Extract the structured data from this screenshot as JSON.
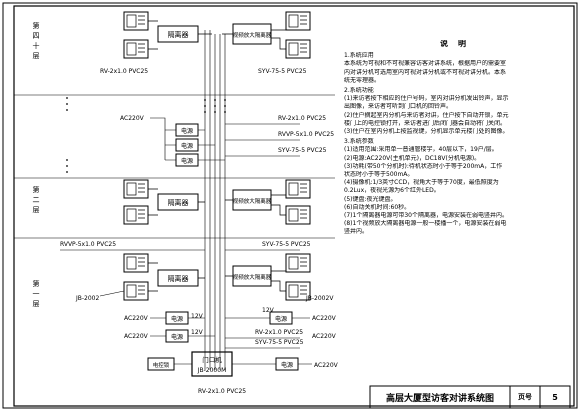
{
  "floors": {
    "f40": "第四十层",
    "f2": "第二层",
    "f1": "第一层"
  },
  "devices": {
    "isolator": "隔离器",
    "video_amp_isolator": "视频放大隔离器",
    "power": "电源",
    "door_machine": "门口机",
    "door_machine_model": "JB-2000M",
    "electric_lock": "电控锁"
  },
  "cables": {
    "rv2": "RV-2x1.0 PVC25",
    "syv": "SYV-75-5 PVC25",
    "rvvp": "RVVP-5x1.0 PVC25",
    "ac220": "AC220V",
    "v12": "12V",
    "jb2002": "JB-2002",
    "jb2002v": "JB-2002V"
  },
  "notes": {
    "title": "说明",
    "sec1": "1.系统应用",
    "lines1": [
      "本系统为可视和不可视兼容访客对讲系统，根据用户的需要室",
      "内对讲分机可选用室内可视对讲分机或不可视对讲分机。本系",
      "统无零理器。"
    ],
    "sec2": "2.系统功能",
    "lines2": [
      "(1)来访者按下相应的住户号码，室内对讲分机发出铃声，显示",
      "出图像，来访者可听到门口机的回铃声。",
      "(2)住户摘起室内分机与来访者对讲，住户按下自动开锁，单元",
      "楼门上的电控锁打开，来访者进门后闭门器会自动将门关闭。",
      "(3)住户在室内分机上按监视键，分机显示单元楼门处的图像。"
    ],
    "sec3": "3.系统参数",
    "lines3": [
      "(1)适用范围:采用单一普通管楼宇，40层以下，19户/层。",
      "(2)电源:AC220V(主机单元)，DC18V(分机电源)。",
      "(3)功耗(带50个分机时):待机状态时小于等于200mA，工作",
      "状态时小于等于500mA。",
      "(4)摄像机:1/3英寸CCD，视角大于等于70度，最低照度为",
      "0.2Lux，夜视光源为6个红外LED。",
      "(5)键盘:夜光键盘。",
      "(6)自动关机时间:60秒。",
      "(7)1个隔离器电源可带30个隔离器，电源安装在弱电竖井内。",
      "(8)1个视频放大隔离器电源一般一楼播一个，电源安装在弱电",
      "竖井内。"
    ]
  },
  "titleblock": {
    "title": "高层大厦型访客对讲系统图",
    "page_label": "页号",
    "page_number": "5"
  }
}
